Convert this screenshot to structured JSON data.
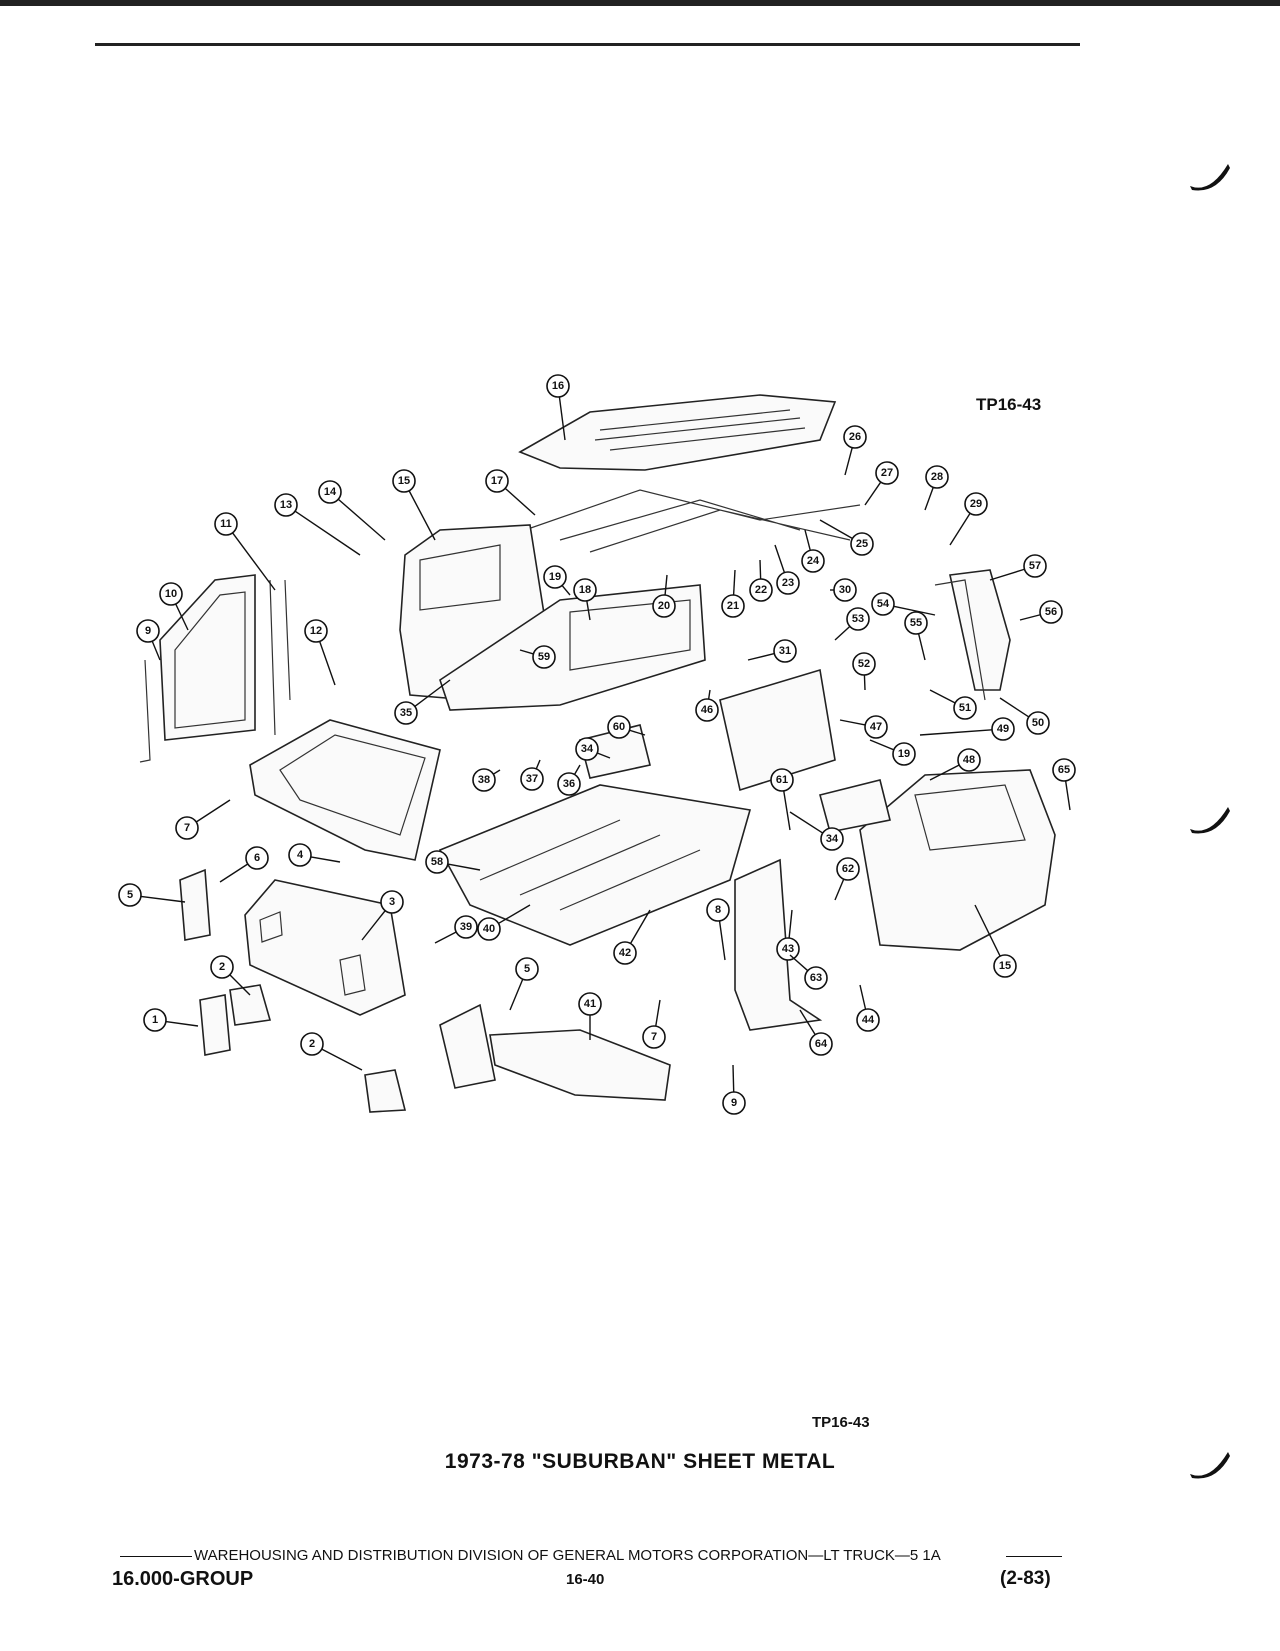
{
  "diagram": {
    "code_top": "TP16-43",
    "code_bottom": "TP16-43",
    "caption": "1973-78 \"SUBURBAN\" SHEET METAL",
    "callouts": [
      "1",
      "2",
      "2",
      "3",
      "4",
      "5",
      "5",
      "6",
      "7",
      "7",
      "8",
      "9",
      "9",
      "10",
      "11",
      "12",
      "13",
      "14",
      "15",
      "15",
      "16",
      "17",
      "18",
      "19",
      "19",
      "20",
      "21",
      "22",
      "23",
      "24",
      "25",
      "26",
      "27",
      "28",
      "29",
      "30",
      "31",
      "34",
      "34",
      "35",
      "36",
      "37",
      "38",
      "39",
      "40",
      "41",
      "42",
      "43",
      "44",
      "46",
      "47",
      "48",
      "49",
      "50",
      "51",
      "52",
      "53",
      "54",
      "55",
      "56",
      "57",
      "58",
      "59",
      "60",
      "61",
      "62",
      "63",
      "64",
      "65"
    ]
  },
  "footer": {
    "distribution": "WAREHOUSING AND DISTRIBUTION  DIVISION OF GENERAL MOTORS CORPORATION—LT TRUCK—5 1A",
    "group": "16.000-GROUP",
    "page": "16-40",
    "revision": "(2-83)"
  },
  "icons": [
    "binder-hook-icon"
  ]
}
